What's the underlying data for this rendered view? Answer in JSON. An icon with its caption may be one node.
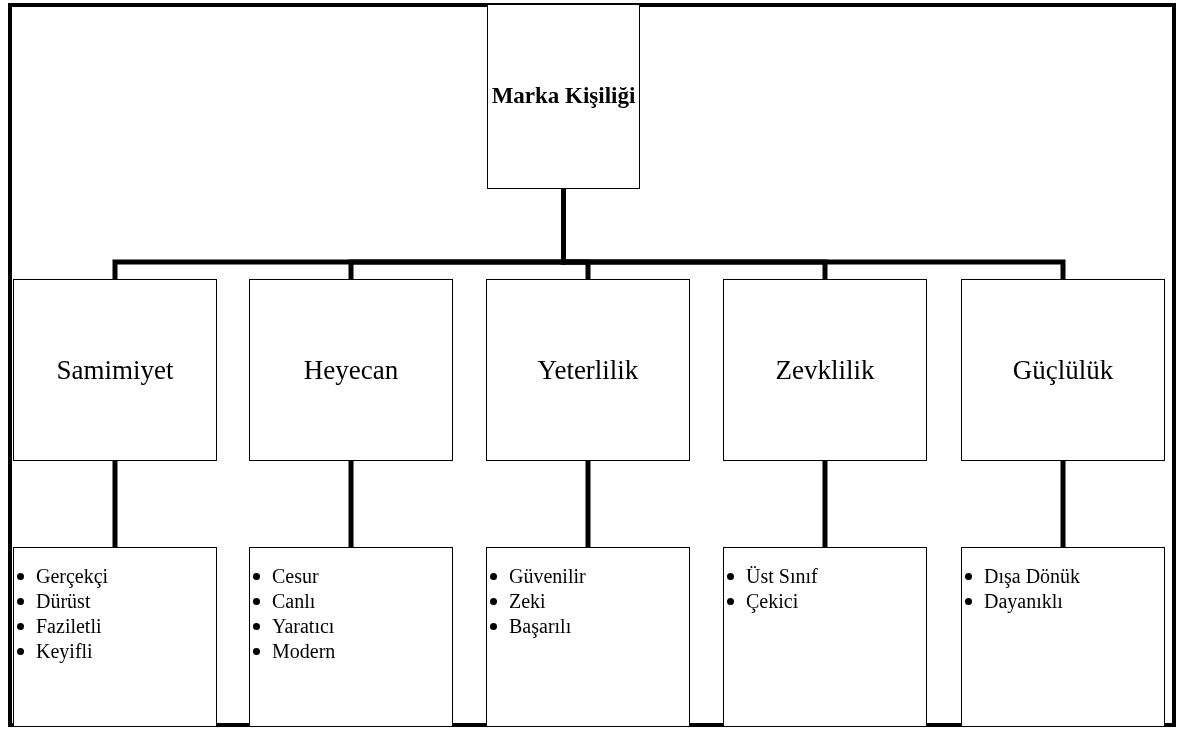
{
  "diagram": {
    "nodes": [
      {
        "text": [
          "Marka Kişiliği"
        ]
      },
      {
        "text": [
          "Samimiyet"
        ]
      },
      {
        "text": [
          "Heyecan"
        ]
      },
      {
        "text": [
          "Yeterlilik"
        ]
      },
      {
        "text": [
          "Zevklilik"
        ]
      },
      {
        "text": [
          "Güçlülük"
        ]
      },
      {
        "text": [
          "Gerçekçi",
          "Dürüst",
          "Faziletli",
          "Keyifli"
        ]
      },
      {
        "text": [
          "Cesur",
          "Canlı",
          "Yaratıcı",
          "Modern"
        ]
      },
      {
        "text": [
          "Güvenilir",
          "Zeki",
          "Başarılı"
        ]
      },
      {
        "text": [
          "Üst Sınıf",
          "Çekici"
        ]
      },
      {
        "text": [
          "Dışa Dönük",
          "Dayanıklı"
        ]
      }
    ],
    "edges": [
      {
        "from": 0,
        "to": 1,
        "arrow": "none"
      },
      {
        "from": 0,
        "to": 2,
        "arrow": "none"
      },
      {
        "from": 0,
        "to": 3,
        "arrow": "none"
      },
      {
        "from": 0,
        "to": 4,
        "arrow": "none"
      },
      {
        "from": 0,
        "to": 5,
        "arrow": "none"
      },
      {
        "from": 1,
        "to": 6,
        "arrow": "none"
      },
      {
        "from": 2,
        "to": 7,
        "arrow": "none"
      },
      {
        "from": 3,
        "to": 8,
        "arrow": "none"
      },
      {
        "from": 4,
        "to": 9,
        "arrow": "none"
      },
      {
        "from": 5,
        "to": 10,
        "arrow": "none"
      }
    ]
  }
}
